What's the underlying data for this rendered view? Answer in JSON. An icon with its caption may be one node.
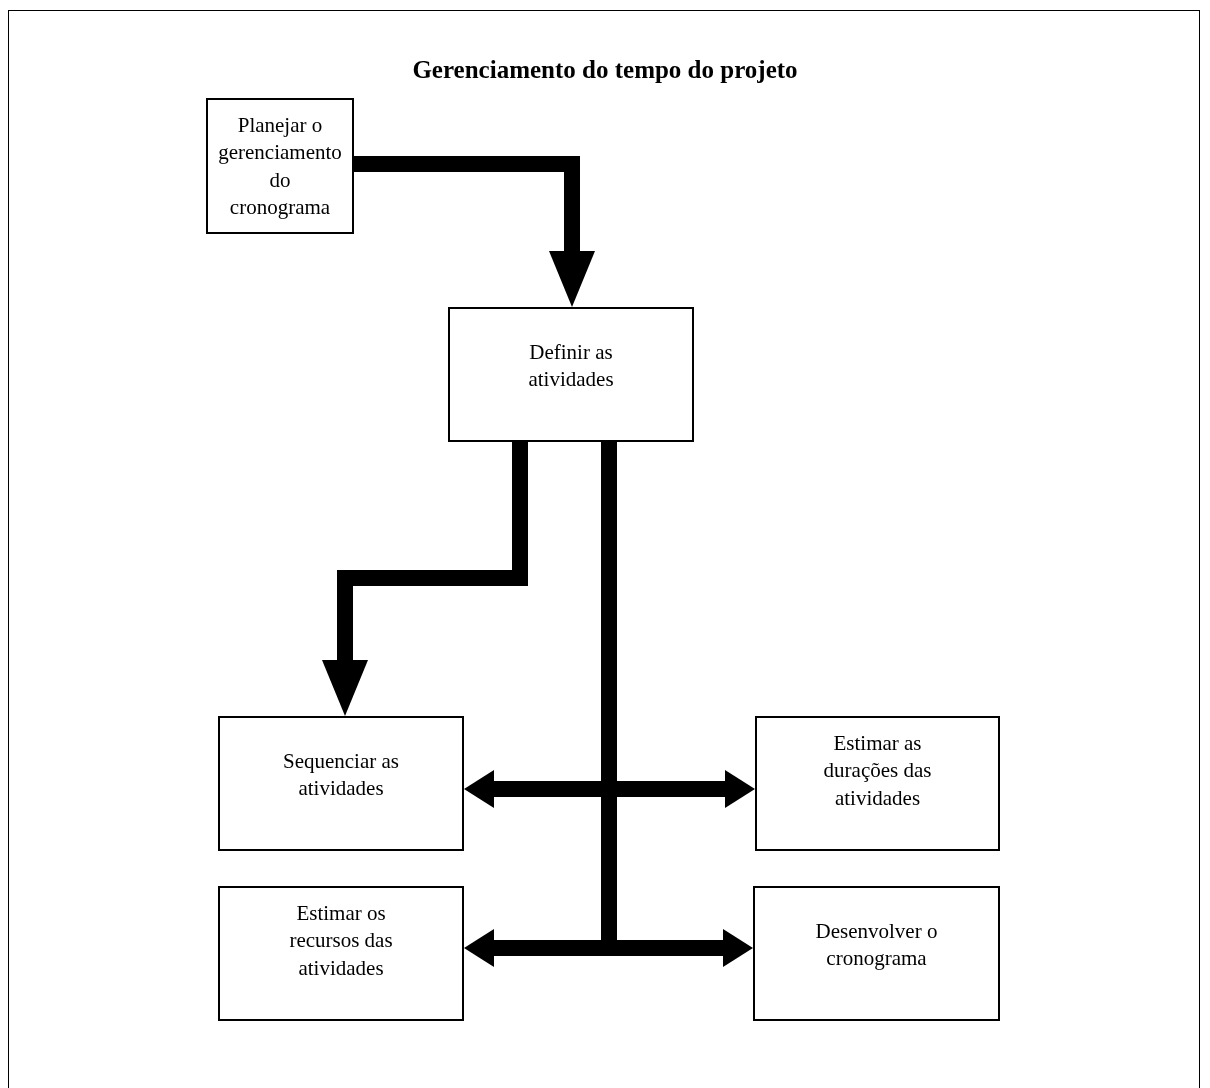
{
  "diagram": {
    "title": "Gerenciamento do tempo do projeto",
    "nodes": [
      {
        "text": [
          "Planejar o gerenciamento do cronograma"
        ]
      },
      {
        "text": [
          "Definir as atividades"
        ]
      },
      {
        "text": [
          "Sequenciar as atividades"
        ]
      },
      {
        "text": [
          "Estimar as durações das atividades"
        ]
      },
      {
        "text": [
          "Estimar os recursos das atividades"
        ]
      },
      {
        "text": [
          "Desenvolver o cronograma"
        ]
      }
    ],
    "edges": [
      {
        "from": 0,
        "to": 1,
        "arrow": "to"
      },
      {
        "from": 1,
        "to": 2,
        "arrow": "to"
      },
      {
        "from": 2,
        "to": 3,
        "arrow": "both"
      },
      {
        "from": 1,
        "to": 4,
        "arrow": "to"
      },
      {
        "from": 1,
        "to": 5,
        "arrow": "to"
      }
    ]
  }
}
